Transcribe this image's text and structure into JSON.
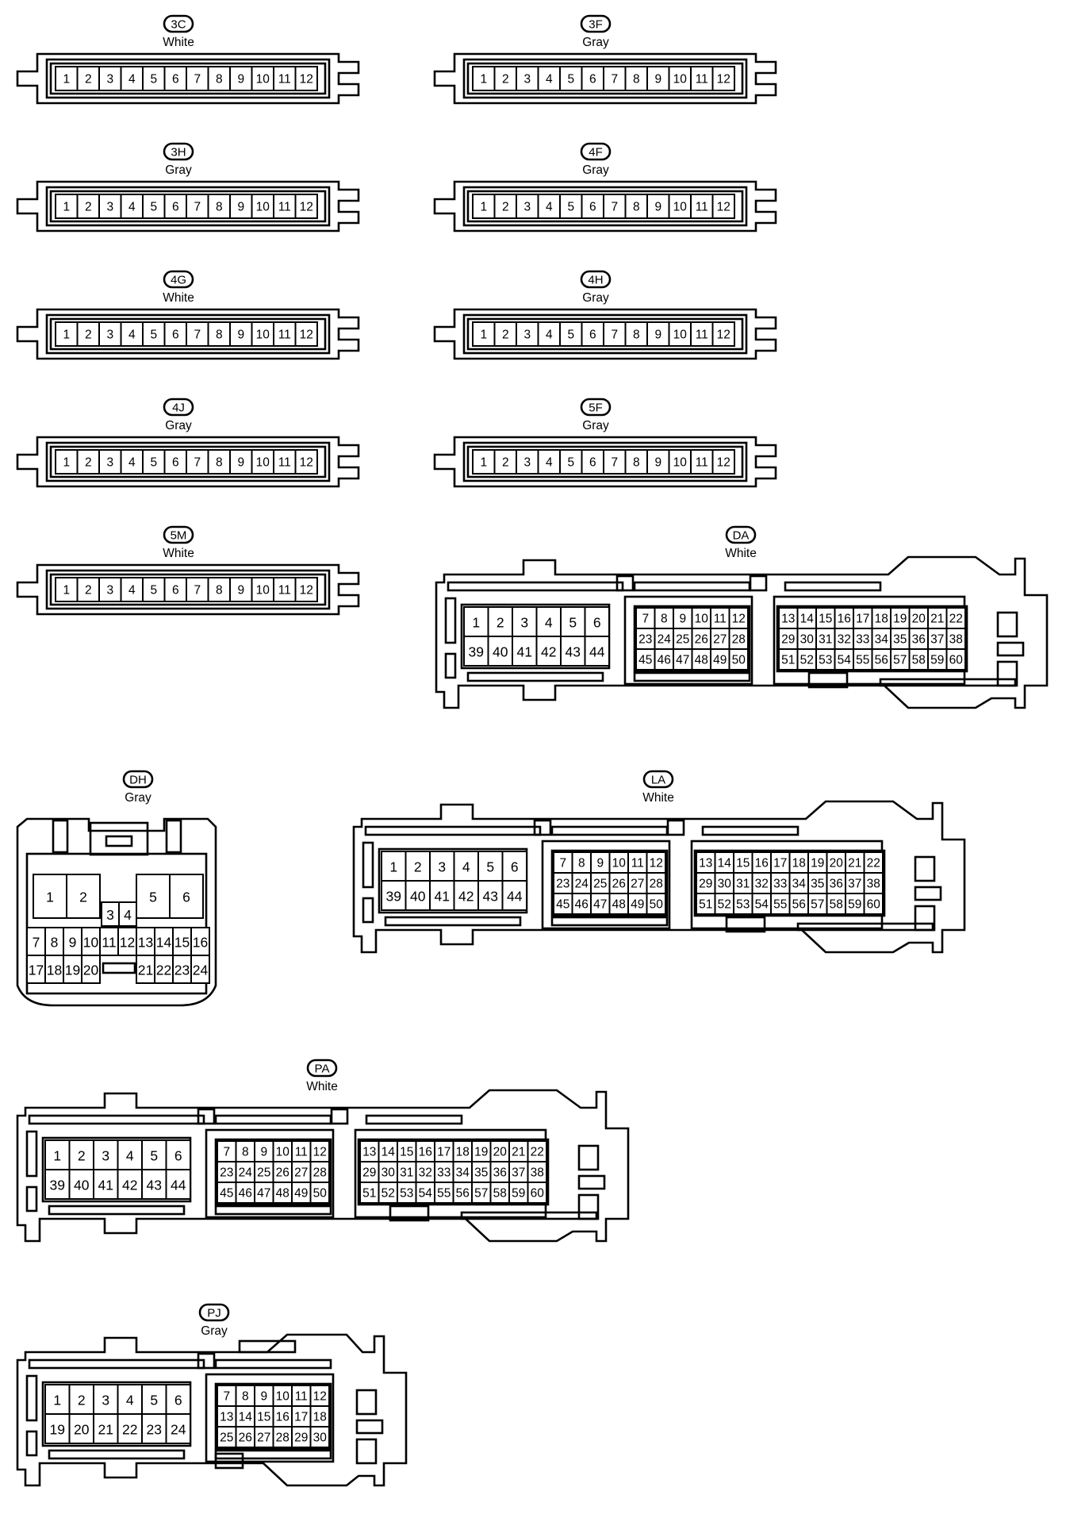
{
  "connectors": [
    {
      "id": "3C",
      "color": "White",
      "type": "strip12",
      "pins": [
        "1",
        "2",
        "3",
        "4",
        "5",
        "6",
        "7",
        "8",
        "9",
        "10",
        "11",
        "12"
      ]
    },
    {
      "id": "3F",
      "color": "Gray",
      "type": "strip12",
      "pins": [
        "1",
        "2",
        "3",
        "4",
        "5",
        "6",
        "7",
        "8",
        "9",
        "10",
        "11",
        "12"
      ]
    },
    {
      "id": "3H",
      "color": "Gray",
      "type": "strip12",
      "pins": [
        "1",
        "2",
        "3",
        "4",
        "5",
        "6",
        "7",
        "8",
        "9",
        "10",
        "11",
        "12"
      ]
    },
    {
      "id": "4F",
      "color": "Gray",
      "type": "strip12",
      "pins": [
        "1",
        "2",
        "3",
        "4",
        "5",
        "6",
        "7",
        "8",
        "9",
        "10",
        "11",
        "12"
      ]
    },
    {
      "id": "4G",
      "color": "White",
      "type": "strip12",
      "pins": [
        "1",
        "2",
        "3",
        "4",
        "5",
        "6",
        "7",
        "8",
        "9",
        "10",
        "11",
        "12"
      ]
    },
    {
      "id": "4H",
      "color": "Gray",
      "type": "strip12",
      "pins": [
        "1",
        "2",
        "3",
        "4",
        "5",
        "6",
        "7",
        "8",
        "9",
        "10",
        "11",
        "12"
      ]
    },
    {
      "id": "4J",
      "color": "Gray",
      "type": "strip12",
      "pins": [
        "1",
        "2",
        "3",
        "4",
        "5",
        "6",
        "7",
        "8",
        "9",
        "10",
        "11",
        "12"
      ]
    },
    {
      "id": "5F",
      "color": "Gray",
      "type": "strip12",
      "pins": [
        "1",
        "2",
        "3",
        "4",
        "5",
        "6",
        "7",
        "8",
        "9",
        "10",
        "11",
        "12"
      ]
    },
    {
      "id": "5M",
      "color": "White",
      "type": "strip12",
      "pins": [
        "1",
        "2",
        "3",
        "4",
        "5",
        "6",
        "7",
        "8",
        "9",
        "10",
        "11",
        "12"
      ]
    },
    {
      "id": "DA",
      "color": "White",
      "type": "ecu60",
      "pins_left": [
        [
          "1",
          "2",
          "3",
          "4",
          "5",
          "6"
        ],
        [
          "39",
          "40",
          "41",
          "42",
          "43",
          "44"
        ]
      ],
      "pins_mid": [
        [
          "7",
          "8",
          "9",
          "10",
          "11",
          "12"
        ],
        [
          "23",
          "24",
          "25",
          "26",
          "27",
          "28"
        ],
        [
          "45",
          "46",
          "47",
          "48",
          "49",
          "50"
        ]
      ],
      "pins_right": [
        [
          "13",
          "14",
          "15",
          "16",
          "17",
          "18",
          "19",
          "20",
          "21",
          "22"
        ],
        [
          "29",
          "30",
          "31",
          "32",
          "33",
          "34",
          "35",
          "36",
          "37",
          "38"
        ],
        [
          "51",
          "52",
          "53",
          "54",
          "55",
          "56",
          "57",
          "58",
          "59",
          "60"
        ]
      ]
    },
    {
      "id": "DH",
      "color": "Gray",
      "type": "dh24",
      "pins_big": [
        "1",
        "2",
        "5",
        "6"
      ],
      "pins_center": [
        "3",
        "4"
      ],
      "pins_row1": [
        "7",
        "8",
        "9",
        "10",
        "11",
        "12",
        "13",
        "14",
        "15",
        "16"
      ],
      "pins_row2_left": [
        "17",
        "18",
        "19",
        "20"
      ],
      "pins_row2_right": [
        "21",
        "22",
        "23",
        "24"
      ]
    },
    {
      "id": "LA",
      "color": "White",
      "type": "ecu60",
      "pins_left": [
        [
          "1",
          "2",
          "3",
          "4",
          "5",
          "6"
        ],
        [
          "39",
          "40",
          "41",
          "42",
          "43",
          "44"
        ]
      ],
      "pins_mid": [
        [
          "7",
          "8",
          "9",
          "10",
          "11",
          "12"
        ],
        [
          "23",
          "24",
          "25",
          "26",
          "27",
          "28"
        ],
        [
          "45",
          "46",
          "47",
          "48",
          "49",
          "50"
        ]
      ],
      "pins_right": [
        [
          "13",
          "14",
          "15",
          "16",
          "17",
          "18",
          "19",
          "20",
          "21",
          "22"
        ],
        [
          "29",
          "30",
          "31",
          "32",
          "33",
          "34",
          "35",
          "36",
          "37",
          "38"
        ],
        [
          "51",
          "52",
          "53",
          "54",
          "55",
          "56",
          "57",
          "58",
          "59",
          "60"
        ]
      ]
    },
    {
      "id": "PA",
      "color": "White",
      "type": "ecu60",
      "pins_left": [
        [
          "1",
          "2",
          "3",
          "4",
          "5",
          "6"
        ],
        [
          "39",
          "40",
          "41",
          "42",
          "43",
          "44"
        ]
      ],
      "pins_mid": [
        [
          "7",
          "8",
          "9",
          "10",
          "11",
          "12"
        ],
        [
          "23",
          "24",
          "25",
          "26",
          "27",
          "28"
        ],
        [
          "45",
          "46",
          "47",
          "48",
          "49",
          "50"
        ]
      ],
      "pins_right": [
        [
          "13",
          "14",
          "15",
          "16",
          "17",
          "18",
          "19",
          "20",
          "21",
          "22"
        ],
        [
          "29",
          "30",
          "31",
          "32",
          "33",
          "34",
          "35",
          "36",
          "37",
          "38"
        ],
        [
          "51",
          "52",
          "53",
          "54",
          "55",
          "56",
          "57",
          "58",
          "59",
          "60"
        ]
      ]
    },
    {
      "id": "PJ",
      "color": "Gray",
      "type": "ecu30",
      "pins_left": [
        [
          "1",
          "2",
          "3",
          "4",
          "5",
          "6"
        ],
        [
          "19",
          "20",
          "21",
          "22",
          "23",
          "24"
        ]
      ],
      "pins_mid": [
        [
          "7",
          "8",
          "9",
          "10",
          "11",
          "12"
        ],
        [
          "13",
          "14",
          "15",
          "16",
          "17",
          "18"
        ],
        [
          "25",
          "26",
          "27",
          "28",
          "29",
          "30"
        ]
      ]
    }
  ]
}
